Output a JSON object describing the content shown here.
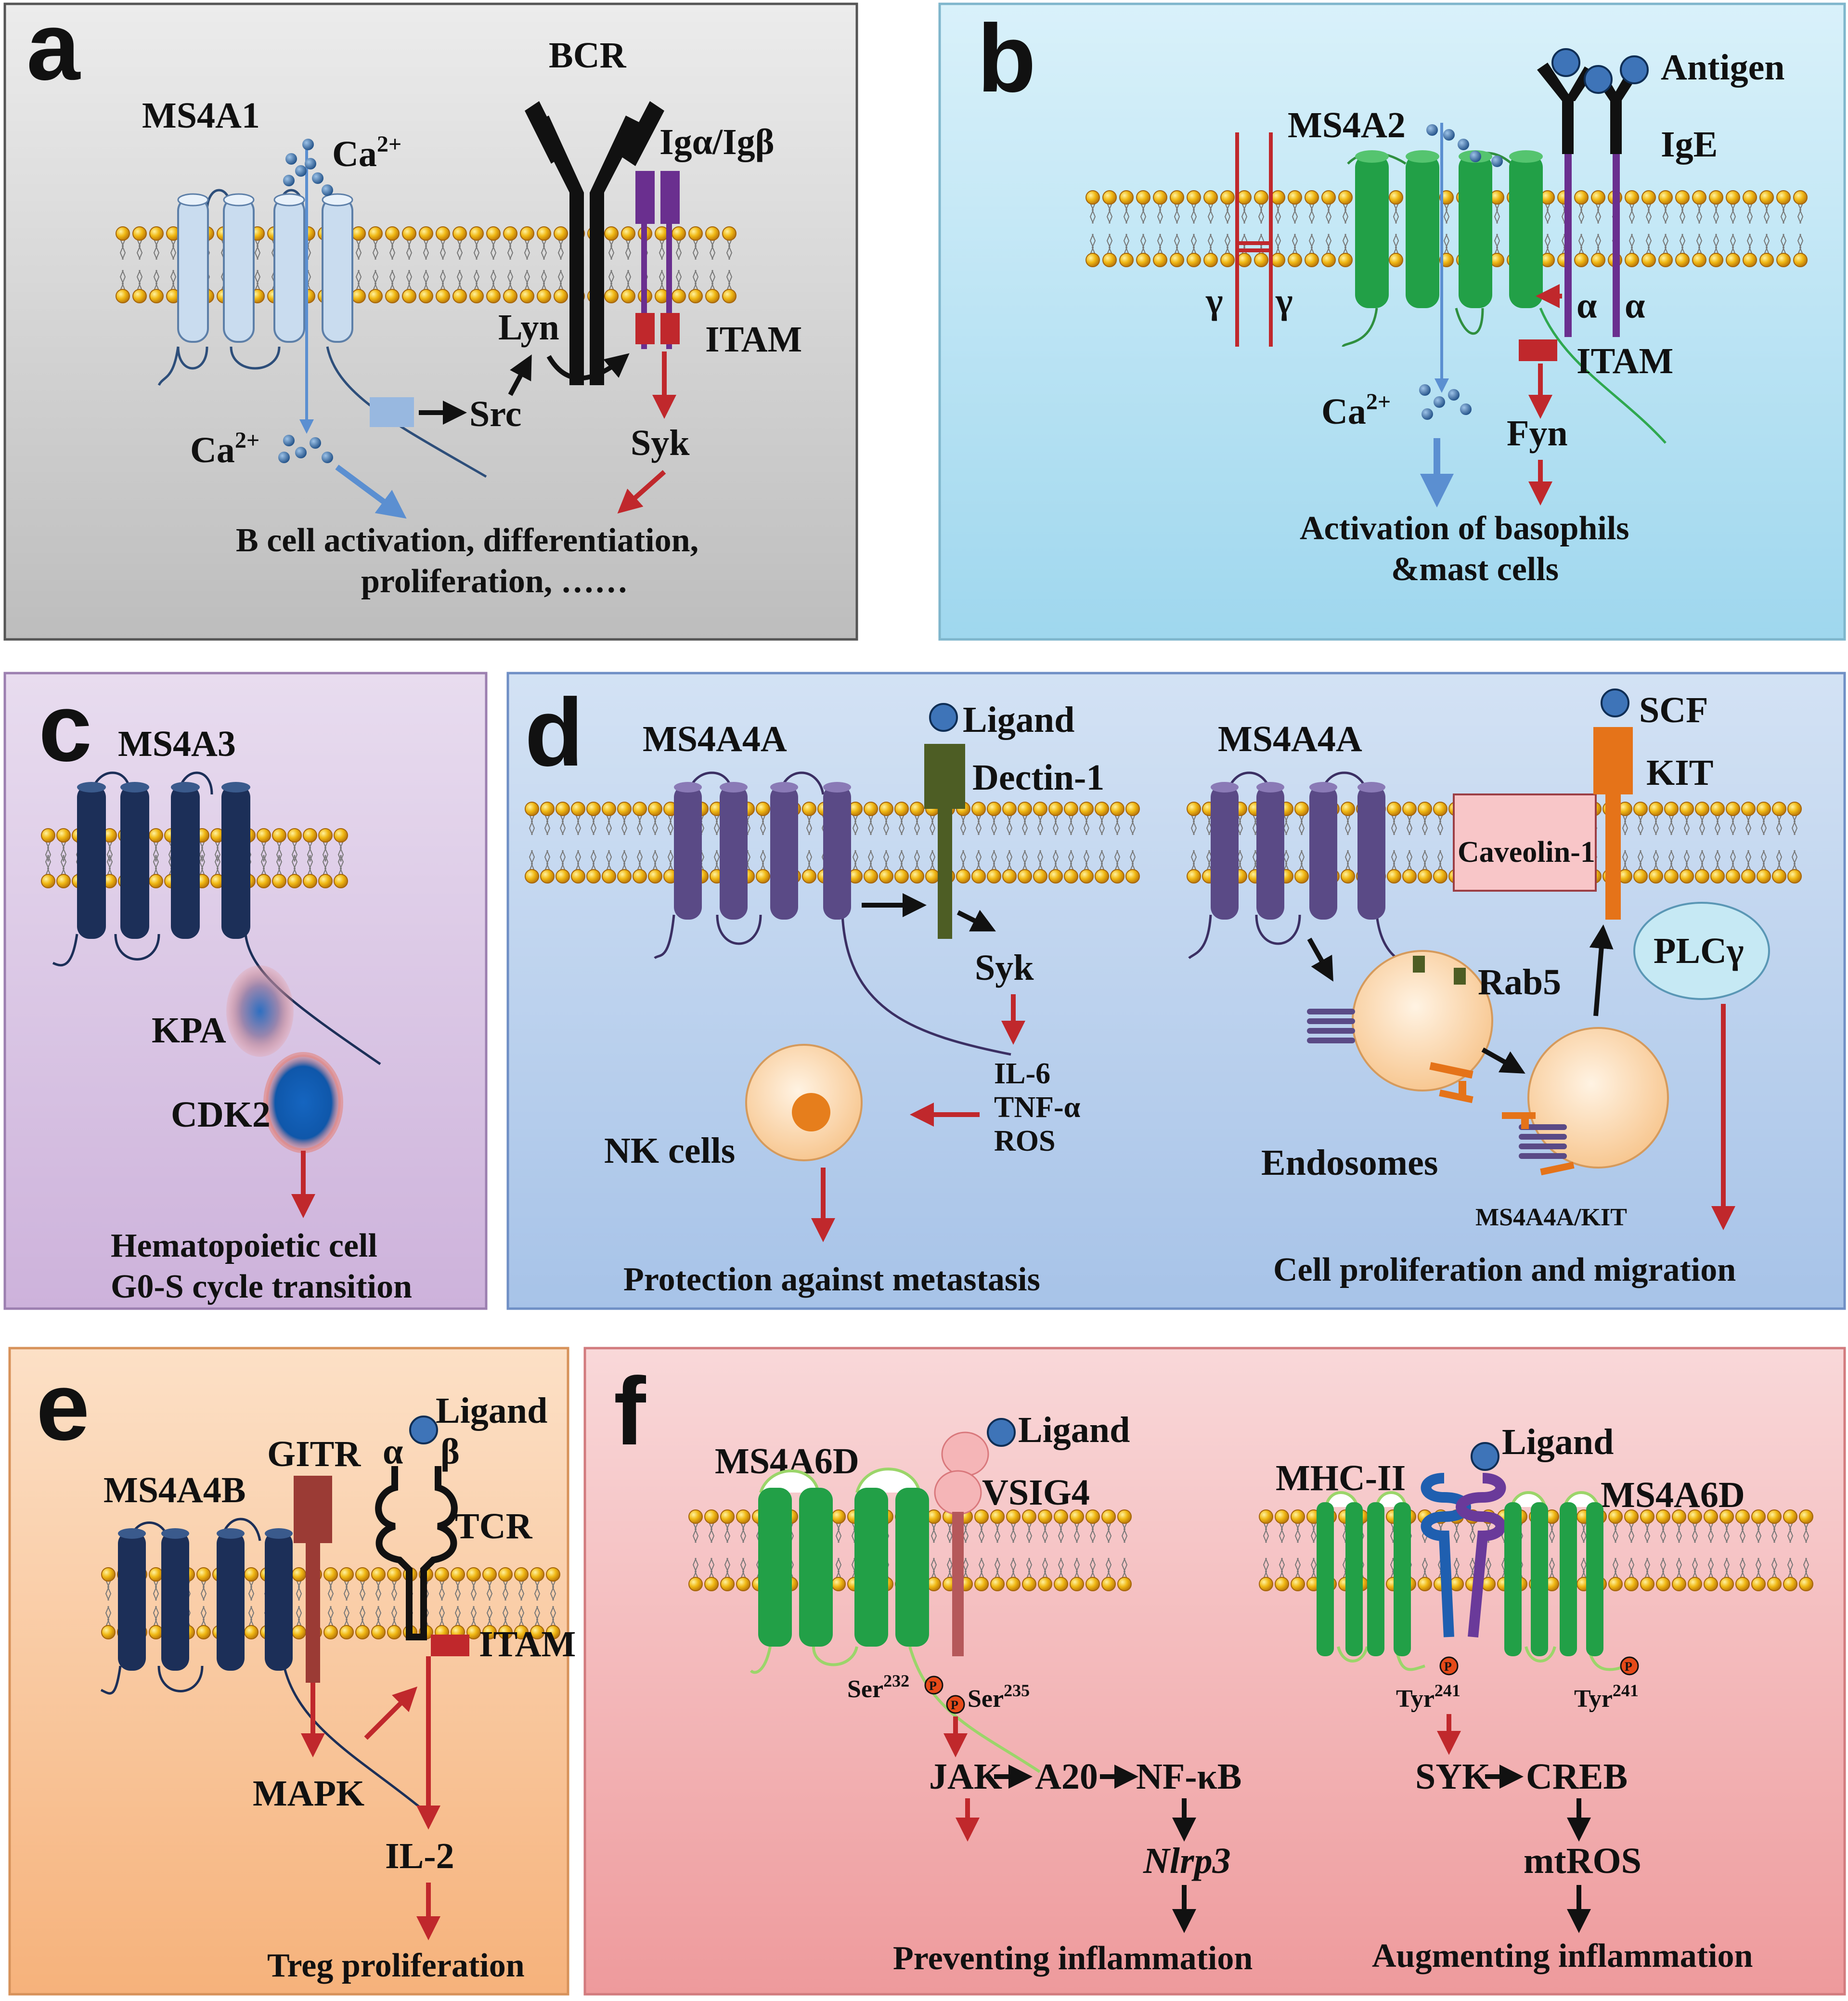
{
  "panels": {
    "a": {
      "letter": "a",
      "ms4a": "MS4A1",
      "ca_top": "Ca",
      "ca_top_sup": "2+",
      "bcr": "BCR",
      "iga": "Igα/Igβ",
      "lyn": "Lyn",
      "itam": "ITAM",
      "src": "Src",
      "syk": "Syk",
      "ca_bottom": "Ca",
      "ca_bottom_sup": "2+",
      "outcome_line1": "B cell activation, differentiation,",
      "outcome_line2": "proliferation, ……"
    },
    "b": {
      "letter": "b",
      "antigen": "Antigen",
      "ms4a": "MS4A2",
      "ige": "IgE",
      "gamma1": "γ",
      "gamma2": "γ",
      "alpha1": "α",
      "alpha2": "α",
      "itam": "ITAM",
      "ca": "Ca",
      "ca_sup": "2+",
      "fyn": "Fyn",
      "outcome_line1": "Activation of basophils",
      "outcome_line2": "&mast cells"
    },
    "c": {
      "letter": "c",
      "ms4a": "MS4A3",
      "kpa": "KPA",
      "cdk2": "CDK2",
      "outcome_line1": "Hematopoietic cell",
      "outcome_line2": "G0-S cycle transition"
    },
    "d": {
      "letter": "d",
      "ms4a_left": "MS4A4A",
      "ligand": "Ligand",
      "dectin": "Dectin-1",
      "syk": "Syk",
      "il6": "IL-6",
      "tnf": "TNF-α",
      "ros": "ROS",
      "nk": "NK cells",
      "outcome_left": "Protection against metastasis",
      "ms4a_right": "MS4A4A",
      "scf": "SCF",
      "kit": "KIT",
      "caveolin": "Caveolin-1",
      "plc": "PLCγ",
      "rab5": "Rab5",
      "endosomes": "Endosomes",
      "complex": "MS4A4A/KIT",
      "outcome_right": "Cell proliferation and migration"
    },
    "e": {
      "letter": "e",
      "ligand": "Ligand",
      "gitr": "GITR",
      "alpha": "α",
      "beta": "β",
      "ms4a": "MS4A4B",
      "tcr": "TCR",
      "itam": "ITAM",
      "mapk": "MAPK",
      "il2": "IL-2",
      "outcome": "Treg proliferation"
    },
    "f": {
      "letter": "f",
      "ms4a_left": "MS4A6D",
      "ligand_left": "Ligand",
      "vsig4": "VSIG4",
      "ser1": "Ser",
      "ser1_sup": "232",
      "ser2": "Ser",
      "ser2_sup": "235",
      "jak": "JAK",
      "a20": "A20",
      "nfkb": "NF-κB",
      "nlrp3": "Nlrp3",
      "outcome_left": "Preventing  inflammation",
      "ligand_right": "Ligand",
      "mhc": "MHC-II",
      "ms4a_right": "MS4A6D",
      "tyr1": "Tyr",
      "tyr1_sup": "241",
      "tyr2": "Tyr",
      "tyr2_sup": "241",
      "syk": "SYK",
      "creb": "CREB",
      "mtros": "mtROS",
      "outcome_right": "Augmenting  inflammation",
      "phospho": "P"
    }
  },
  "colors": {
    "panel_a_bg": "#cfcfcf",
    "panel_b_bg": "#bfe5f3",
    "panel_c_bg": "#ddc9e6",
    "panel_d_bg": "#bcd3ef",
    "panel_e_bg": "#f8c9a0",
    "panel_f_bg": "#f2b4b6",
    "ms4a1": "#c9dcef",
    "ms4a2": "#22a047",
    "ms4a3": "#1c2f58",
    "ms4a4a": "#5a4a86",
    "lipid_head": "#e8b416",
    "arrow_red": "#c0282c",
    "arrow_blue": "#5b8fd1",
    "bcr": "#111111",
    "igab": "#6a2f8f",
    "dectin": "#4d5d24",
    "kit": "#e57319",
    "gitr": "#9b3b35"
  }
}
